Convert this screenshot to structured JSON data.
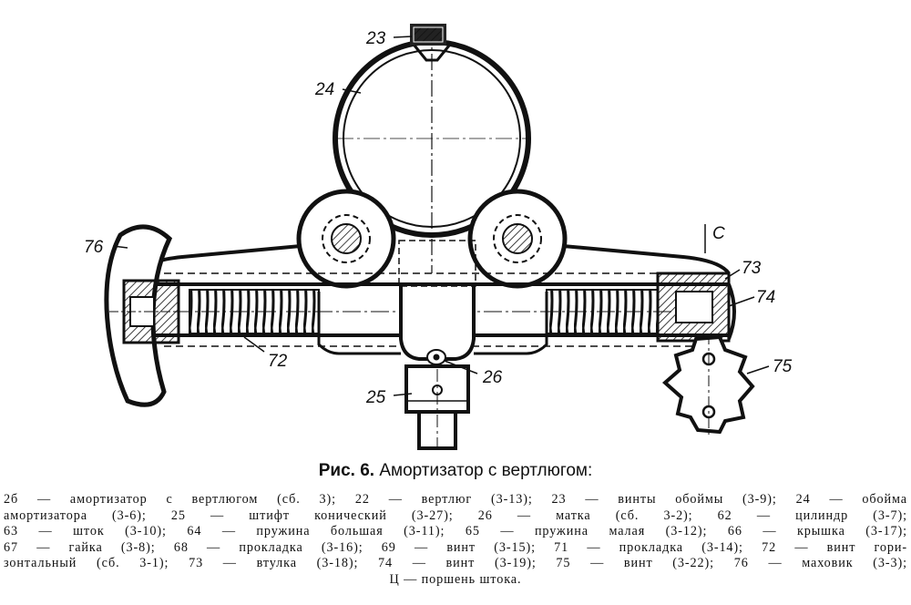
{
  "callouts": {
    "c23": "23",
    "c24": "24",
    "c76": "76",
    "c72": "72",
    "c25": "25",
    "c26": "26",
    "cC": "С",
    "c73": "73",
    "c74": "74",
    "c75": "75"
  },
  "caption": {
    "figure": "Рис. 6.",
    "title": "Амортизатор с вертлюгом:"
  },
  "legend": {
    "lines": [
      "2б — амортизатор с вертлюгом (сб. 3); 22 — вертлюг (3-13); 23 — винты обоймы (3-9); 24 — обойма",
      "амортизатора (3-6); 25 — штифт конический (3-27); 26 — матка (сб. 3-2); 62 — цилиндр (3-7);",
      "63 — шток (3-10); 64 — пружина большая (3-11); 65 — пружина малая (3-12); 66 — крышка (3-17);",
      "67 — гайка (3-8); 68 — прокладка (3-16); 69 — винт (3-15); 71 — прокладка (3-14); 72 — винт гори-",
      "зонтальный (сб. 3-1); 73 — втулка (3-18); 74 — винт (3-19); 75 — винт (3-22); 76 — маховик (3-3);",
      "Ц — поршень штока."
    ]
  }
}
